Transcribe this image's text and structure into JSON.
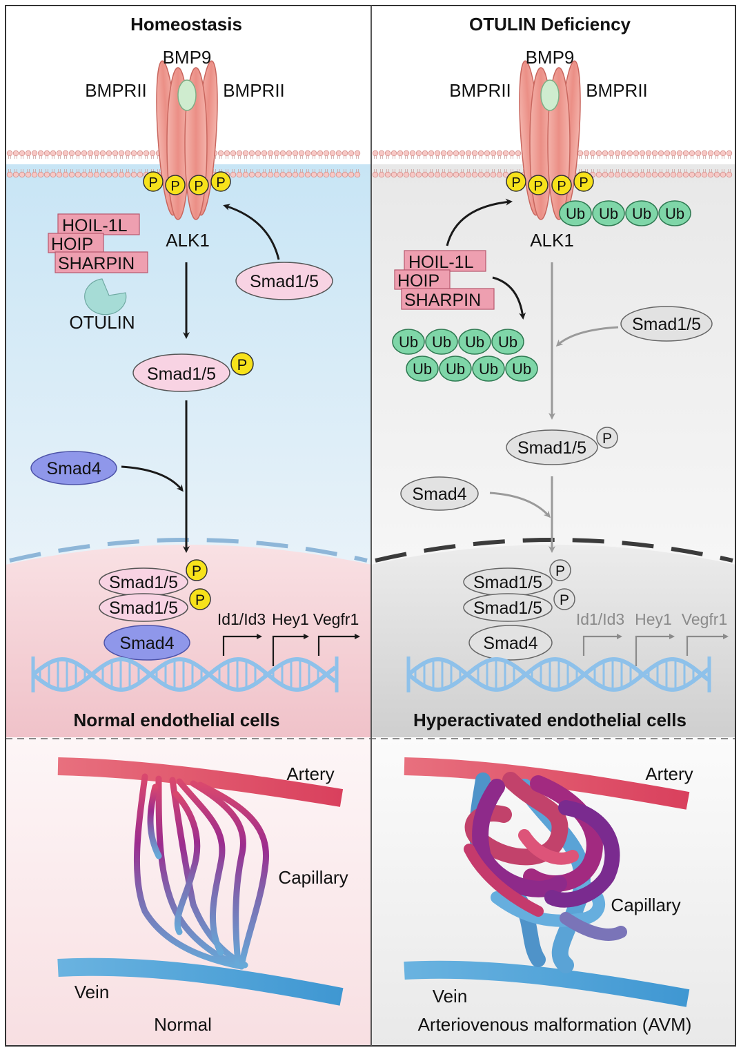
{
  "left": {
    "title": "Homeostasis",
    "ligand": "BMP9",
    "receptor_left": "BMPRII",
    "receptor_right": "BMPRII",
    "alk1": "ALK1",
    "p": "P",
    "lubac": [
      "HOIL-1L",
      "HOIP",
      "SHARPIN"
    ],
    "otulin": "OTULIN",
    "smad15": "Smad1/5",
    "smad15_p": "Smad1/5",
    "smad4": "Smad4",
    "complex": [
      "Smad1/5",
      "Smad1/5",
      "Smad4"
    ],
    "genes": [
      "Id1/Id3",
      "Hey1",
      "Vegfr1"
    ],
    "cell_label": "Normal endothelial cells",
    "artery": "Artery",
    "capillary": "Capillary",
    "vein": "Vein",
    "caption": "Normal"
  },
  "right": {
    "title": "OTULIN Deficiency",
    "ligand": "BMP9",
    "receptor_left": "BMPRII",
    "receptor_right": "BMPRII",
    "alk1": "ALK1",
    "p": "P",
    "ub": "Ub",
    "lubac": [
      "HOIL-1L",
      "HOIP",
      "SHARPIN"
    ],
    "smad15": "Smad1/5",
    "smad15_p": "Smad1/5",
    "smad4": "Smad4",
    "complex": [
      "Smad1/5",
      "Smad1/5",
      "Smad4"
    ],
    "genes": [
      "Id1/Id3",
      "Hey1",
      "Vegfr1"
    ],
    "cell_label": "Hyperactivated endothelial cells",
    "artery": "Artery",
    "capillary": "Capillary",
    "vein": "Vein",
    "caption": "Arteriovenous malformation (AVM)"
  },
  "colors": {
    "cytoplasm_left": "#dcedf7",
    "nucleus_left": "#f3c9cf",
    "cytoplasm_right": "#f0f0f0",
    "nucleus_right": "#d6d6d6",
    "receptor": "#ee9a91",
    "phospho": "#f7e21b",
    "ubiquitin": "#7fd6a8",
    "smad15": "#f8d3e3",
    "smad4": "#8f97ea",
    "lubac": "#ee9fb0",
    "otulin": "#a6dcd6",
    "dna": "#8ec1ea",
    "artery": "#e05a6e",
    "vein": "#55a5d8",
    "inactive": "#e2e2e2"
  }
}
